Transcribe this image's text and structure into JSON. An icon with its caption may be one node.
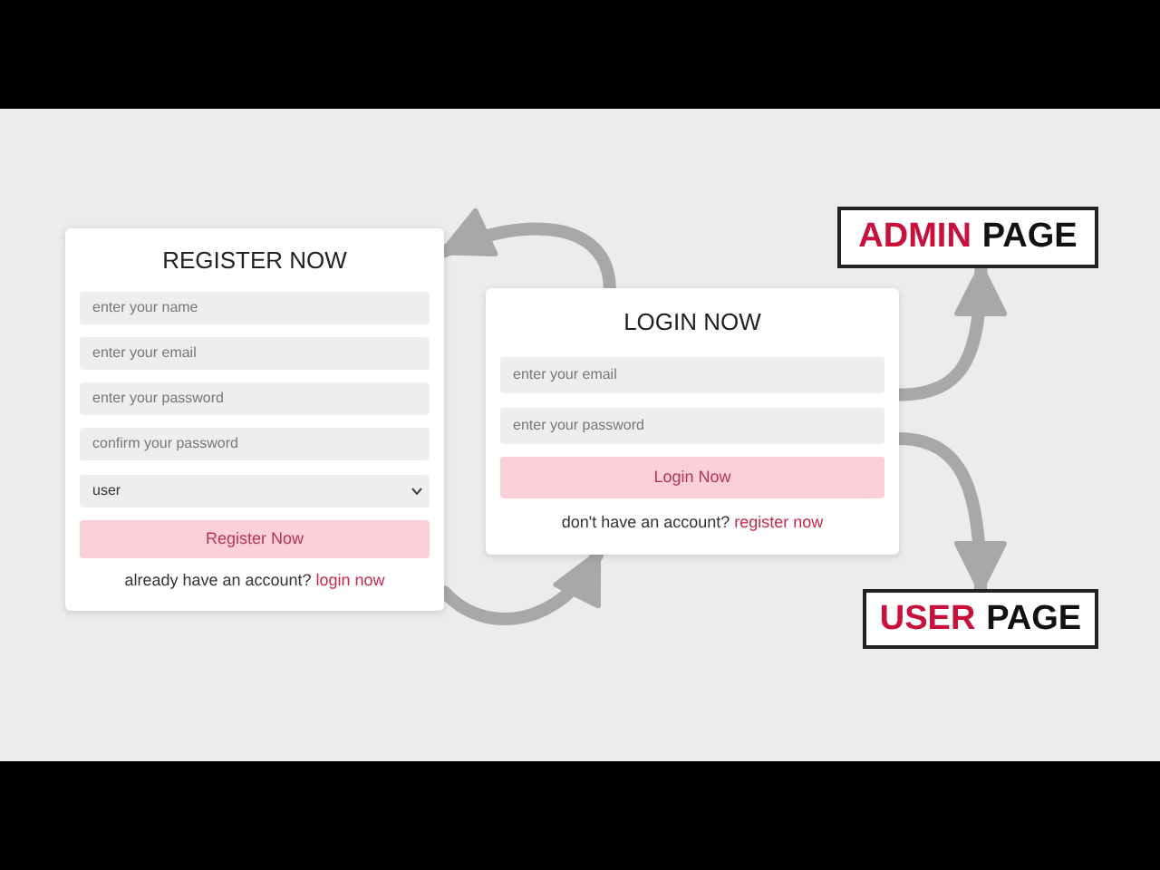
{
  "diagram": {
    "nodes": [
      {
        "text": [
          "REGISTER NOW",
          "enter your name",
          "enter your email",
          "enter your password",
          "confirm your password",
          "user",
          "Register Now",
          "already have an account?",
          "login now"
        ]
      },
      {
        "text": [
          "LOGIN NOW",
          "enter your email",
          "enter your password",
          "Login Now",
          "don't have an account?",
          "register now"
        ]
      },
      {
        "text": [
          "ADMIN",
          "PAGE"
        ]
      },
      {
        "text": [
          "USER",
          "PAGE"
        ]
      }
    ],
    "edges": [
      {
        "from": 0,
        "to": 1,
        "arrow": "to"
      },
      {
        "from": 1,
        "to": 0,
        "arrow": "to"
      },
      {
        "from": 1,
        "to": 2,
        "arrow": "to"
      },
      {
        "from": 1,
        "to": 3,
        "arrow": "to"
      }
    ]
  }
}
